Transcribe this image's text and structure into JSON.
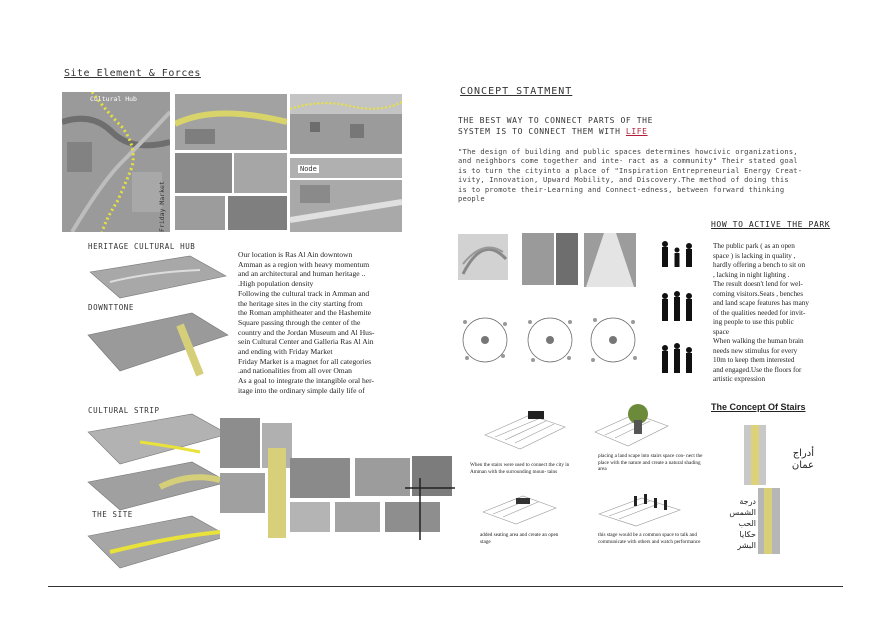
{
  "site": {
    "title": "Site Element & Forces",
    "cultural_hub_label": "Cultural Hub",
    "friday_market_label": "Friday Market",
    "node_label": "Node"
  },
  "layers": {
    "heritage": "HERITAGE CULTURAL HUB",
    "downtown": "DOWNTTONE",
    "cultural_strip": "CULTURAL STRIP",
    "the_site": "THE  SITE"
  },
  "location_text": "Our location is Ras Al Ain downtown\nAmman as a region with heavy momentum\nand an architectural and human heritage ..\n.High population density\nFollowing the cultural track in Amman and\nthe heritage sites in the city starting from\nthe Roman amphitheater and the Hashemite\nSquare passing through the center of the\ncountry and the Jordan Museum and Al Hus-\nsein Cultural Center and Galleria Ras Al Ain\nand ending with Friday Market\nFriday Market is a magnet for all categories\n.and nationalities from all over Oman\nAs a goal to integrate the intangible oral her-\nitage into the ordinary simple daily life of",
  "concept": {
    "title": "CONCEPT STATMENT",
    "subtitle_line1": "THE BEST WAY TO CONNECT PARTS OF THE",
    "subtitle_line2": "SYSTEM IS TO CONNECT THEM WITH",
    "subtitle_highlight": "LIFE",
    "statement": "\"The design of building and public spaces determines howcivic organizations,\nand neighbors come together and inte- ract as a community\" Their stated goal\nis to turn the cityinto a place of \"Inspiration Entrepreneurial Energy Creat-\nivity, Innovation, Upward Mobility, and Discovery.The method of doing this\nis to promote their-Learning and Connect-edness, between forward thinking\npeople"
  },
  "park": {
    "title": "HOW TO ACTIVE THE PARK",
    "text": "The public park ( as an open\nspace ) is lacking in quality ,\nhardly offering a bench to sit on\n, lacking in night lighting .\nThe result doesn't lend for wel-\ncoming visitors.Seats , benches\nand land scape features has many\nof the qualities needed for invit-\ning people to use this public\nspace\nWhen walking the human brain\nneeds new stimulus for every\n10m to keep them interested\nand engaged.Use the floors for\nartistic expression"
  },
  "stairs": {
    "title": "The Concept Of Stairs",
    "cap1": "When the stairs were used to connect the city in Amman with the surrounding moun- tains",
    "cap2": "placing a land scape into stairs space con- nect the place with the nature and create a natural shading area",
    "cap3": "added seating area and create an open stage",
    "cap4": "this stage would be a common space to talk and communicate with others and watch performance",
    "arabic1": "أدراج عمان",
    "arabic2": "درجة الشمس الحب حكايا البشر"
  },
  "colors": {
    "accent_yellow": "#e8e23a",
    "ink": "#333333"
  }
}
